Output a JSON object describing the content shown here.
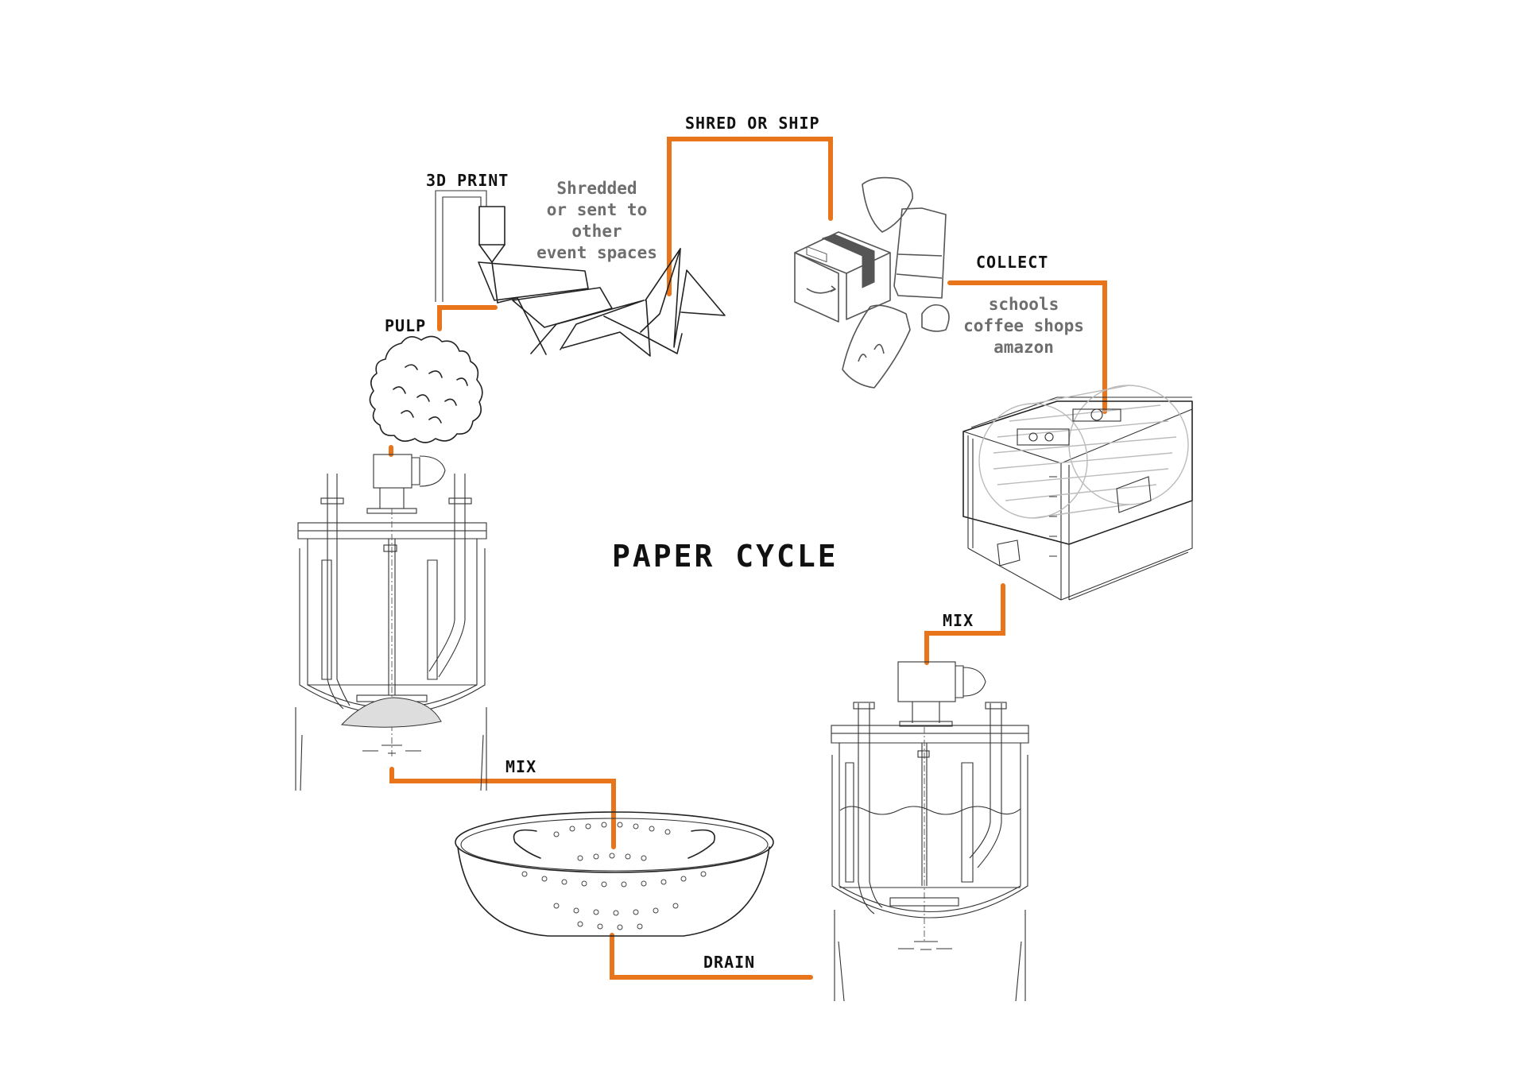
{
  "title": "PAPER CYCLE",
  "colors": {
    "connector": "#e8741c",
    "label": "#111111",
    "note": "#6e6e6e"
  },
  "stages": {
    "shred_or_ship": {
      "label": "SHRED OR SHIP"
    },
    "collect": {
      "label": "COLLECT",
      "sources": [
        "schools",
        "coffee shops",
        "amazon"
      ]
    },
    "mix_tank": {
      "label": "MIX"
    },
    "drain": {
      "label": "DRAIN"
    },
    "mix_strainer": {
      "label": "MIX"
    },
    "pulp": {
      "label": "PULP"
    },
    "print": {
      "label": "3D PRINT"
    }
  },
  "notes": {
    "shredded": [
      "Shredded",
      "or sent to",
      "other",
      "event spaces"
    ]
  },
  "icons": [
    "paper-sculpture-icon",
    "printer-nozzle-icon",
    "shipping-box-icon",
    "paper-waste-icon",
    "tank-container-icon",
    "mixing-tank-water-icon",
    "colander-icon",
    "mixing-tank-pulp-icon",
    "pulp-cloud-icon"
  ]
}
